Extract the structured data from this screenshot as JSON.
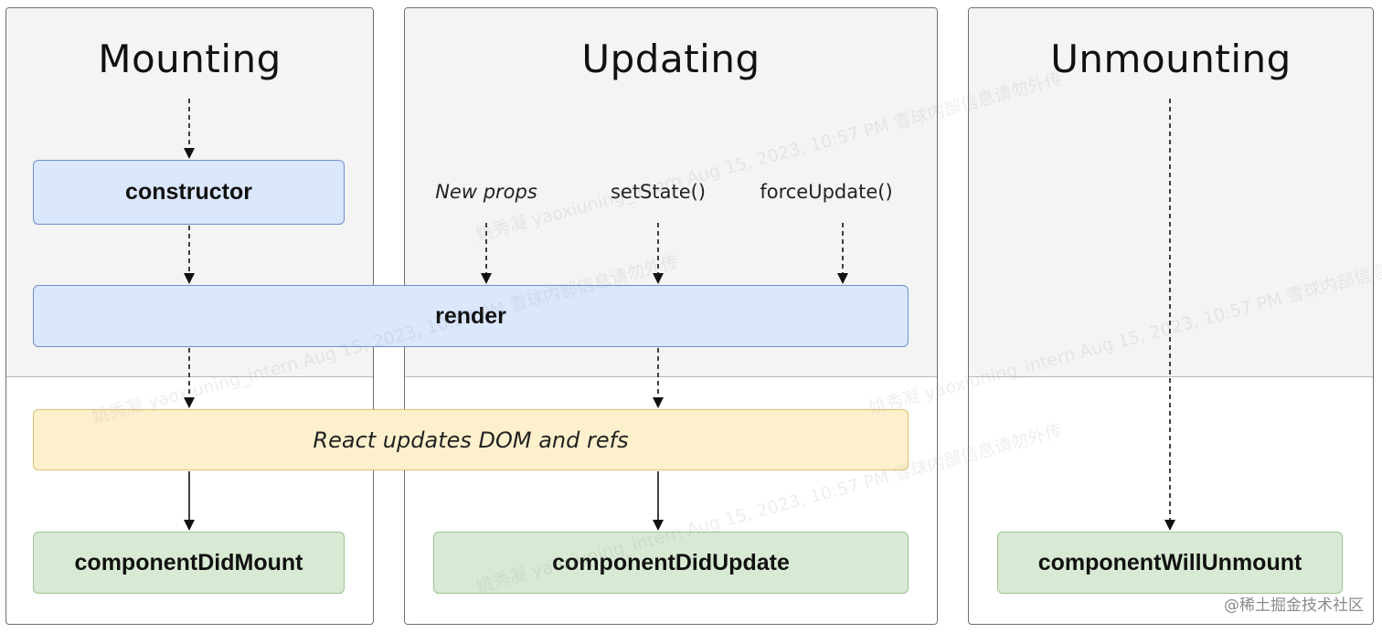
{
  "phases": {
    "mounting": "Mounting",
    "updating": "Updating",
    "unmounting": "Unmounting"
  },
  "boxes": {
    "constructor": "constructor",
    "render": "render",
    "react_updates": "React updates DOM and refs",
    "did_mount": "componentDidMount",
    "did_update": "componentDidUpdate",
    "will_unmount": "componentWillUnmount"
  },
  "triggers": {
    "new_props": "New props",
    "set_state": "setState()",
    "force_update": "forceUpdate()"
  },
  "watermark": "姚秀凝 yaoxiuning_intern Aug 15, 2023, 10:57 PM 雪球内部信息请勿外传",
  "credit": "@稀土掘金技术社区",
  "colors": {
    "lifecycle_box": "#dbe7fd",
    "dom_update_box": "#fdf1cd",
    "did_box": "#d9ead4",
    "panel_shade": "#f4f4f4"
  }
}
